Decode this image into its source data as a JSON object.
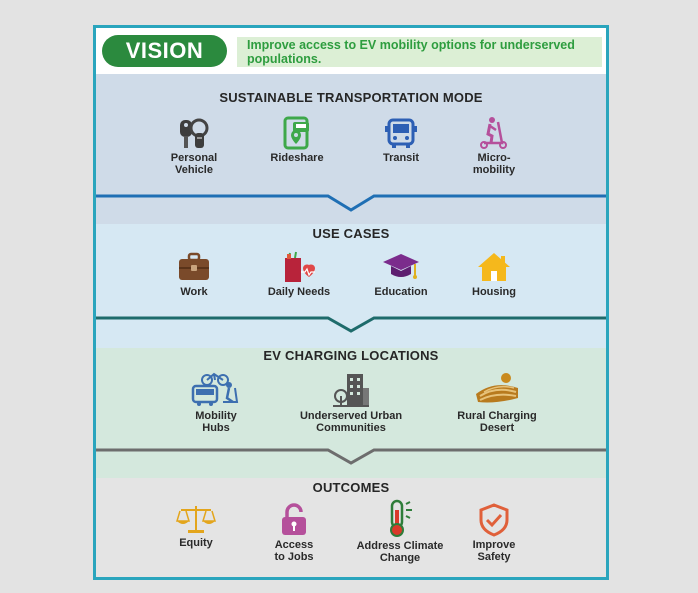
{
  "vision": {
    "label": "VISION",
    "text": "Improve access to EV mobility options for underserved populations."
  },
  "sections": [
    {
      "title": "SUSTAINABLE TRANSPORTATION MODE",
      "color": "#cfdbe8",
      "items": [
        {
          "label": "Personal\nVehicle",
          "icon": "car-keys-icon"
        },
        {
          "label": "Rideshare",
          "icon": "rideshare-phone-icon"
        },
        {
          "label": "Transit",
          "icon": "bus-icon"
        },
        {
          "label": "Micro-\nmobility",
          "icon": "scooter-icon"
        }
      ]
    },
    {
      "title": "USE CASES",
      "color": "#d6e8f3",
      "items": [
        {
          "label": "Work",
          "icon": "briefcase-icon"
        },
        {
          "label": "Daily Needs",
          "icon": "grocery-bag-icon"
        },
        {
          "label": "Education",
          "icon": "graduation-cap-icon"
        },
        {
          "label": "Housing",
          "icon": "house-icon"
        }
      ]
    },
    {
      "title": "EV CHARGING LOCATIONS",
      "color": "#d4e8dd",
      "items": [
        {
          "label": "Mobility\nHubs",
          "icon": "mobility-hub-icon"
        },
        {
          "label": "Underserved Urban\nCommunities",
          "icon": "urban-buildings-icon"
        },
        {
          "label": "Rural Charging\nDesert",
          "icon": "rural-field-icon"
        }
      ]
    },
    {
      "title": "OUTCOMES",
      "color": "#e4e4e4",
      "items": [
        {
          "label": "Equity",
          "icon": "scales-icon"
        },
        {
          "label": "Access\nto Jobs",
          "icon": "unlocked-padlock-icon"
        },
        {
          "label": "Address Climate\nChange",
          "icon": "thermometer-icon"
        },
        {
          "label": "Improve\nSafety",
          "icon": "shield-check-icon"
        }
      ]
    }
  ],
  "colors": {
    "frame": "#2aa5bd",
    "vision_green": "#2b8a3e",
    "vision_text": "#2e9d3f",
    "divider_1": "#1f6fb4",
    "divider_2": "#1e6b6b",
    "divider_3": "#6d6d6d"
  }
}
